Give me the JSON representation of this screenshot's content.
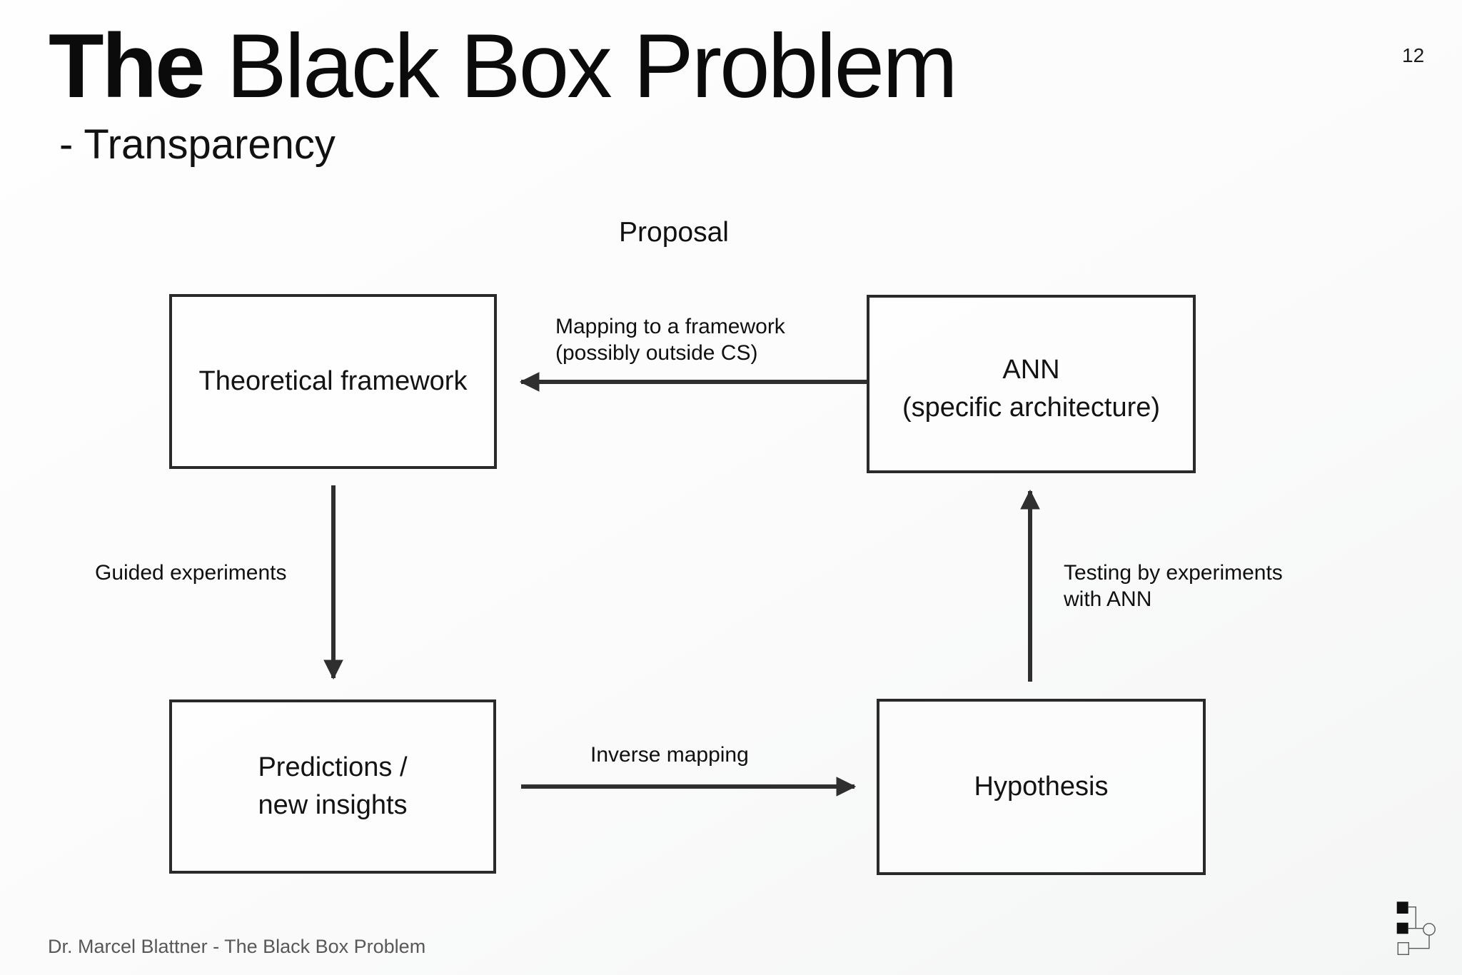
{
  "slide": {
    "page_number": "12",
    "title": {
      "bold": "The",
      "rest": " Black Box Problem"
    },
    "subtitle": "- Transparency",
    "footer": "Dr. Marcel Blattner - The Black Box Problem"
  },
  "diagram": {
    "title": "Proposal",
    "nodes": {
      "theoretical": {
        "label": "Theoretical framework"
      },
      "ann": {
        "line1": "ANN",
        "line2": "(specific architecture)"
      },
      "predictions": {
        "line1": "Predictions /",
        "line2": "new insights"
      },
      "hypothesis": {
        "label": "Hypothesis"
      }
    },
    "edges": {
      "ann_to_theoretical": {
        "line1": "Mapping to a framework",
        "line2": "(possibly outside CS)",
        "direction": "left"
      },
      "theoretical_to_predictions": {
        "label": "Guided experiments",
        "direction": "down"
      },
      "predictions_to_hypothesis": {
        "label": "Inverse mapping",
        "direction": "right"
      },
      "hypothesis_to_ann": {
        "line1": "Testing by experiments",
        "line2": "with ANN",
        "direction": "up"
      }
    }
  },
  "icons": {
    "bottom_right": "hierarchy-tree-icon"
  },
  "colors": {
    "background": "#fcfcfc",
    "text": "#151515",
    "box_border": "#2a2a2a",
    "arrow": "#2f2f2f",
    "footer_text": "#585858"
  }
}
